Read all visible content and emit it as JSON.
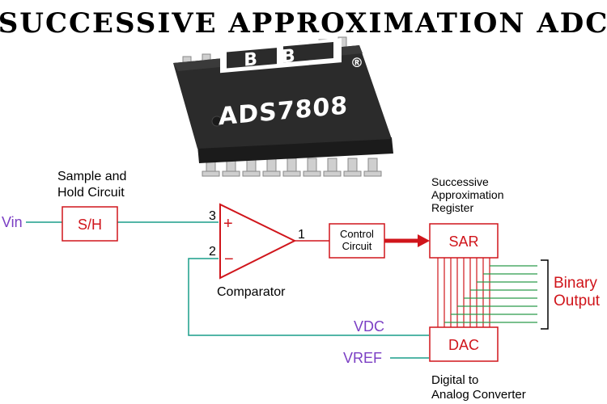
{
  "title": "SUCCESSIVE APPROXIMATION ADC",
  "chip": {
    "logo": "BB",
    "registered_mark": "®",
    "part_number": "ADS7808"
  },
  "labels": {
    "vin": "Vin",
    "sh_block": "S/H",
    "sample_hold_line1": "Sample and",
    "sample_hold_line2": "Hold Circuit",
    "pin3": "3",
    "pin2": "2",
    "pin1": "1",
    "plus": "+",
    "minus": "−",
    "comparator": "Comparator",
    "control_line1": "Control",
    "control_line2": "Circuit",
    "sar_block": "SAR",
    "sar_line1": "Successive",
    "sar_line2": "Approximation",
    "sar_line3": "Register",
    "binary_line1": "Binary",
    "binary_line2": "Output",
    "vdc": "VDC",
    "vref": "VREF",
    "dac_block": "DAC",
    "dac_line1": "Digital to",
    "dac_line2": "Analog Converter"
  },
  "colors": {
    "signal_wire": "#1a9e8a",
    "block_outline": "#d0151b",
    "binary_line": "#2a9a4a",
    "voltage_label": "#7b3fc4"
  }
}
